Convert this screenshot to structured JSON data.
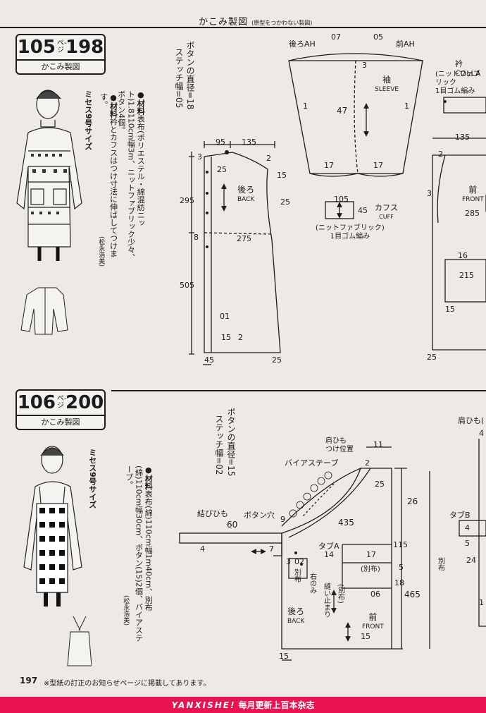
{
  "header": {
    "title": "かこみ製図",
    "subtitle": "(原型をつかわない製図)"
  },
  "section105": {
    "page_num": "105",
    "page_unit": "ペ-ジ",
    "item_num": "198",
    "badge_sub": "かこみ製図",
    "size": "ミセス9号サイズ",
    "materials_label": "●材料",
    "materials": "表布(ポリエステル・綿混紡ニット)1.8110cm幅3m、ニットファブリック少々、ボタン4個。",
    "note_label": "●材料",
    "note": "衿とカフスはつけ寸法に伸ばしてつけます。",
    "designer": "(松永浩美)",
    "button_note_1": "ボタンの直径=18",
    "button_note_2": "ステッチ幅=05",
    "back_jp": "後ろ",
    "back_en": "BACK",
    "sleeve_jp": "袖",
    "sleeve_en": "SLEEVE",
    "cuff_jp": "カフス",
    "cuff_en": "CUFF",
    "front_jp": "前",
    "front_en": "FRONT",
    "collar_label": "衿 COLLA",
    "knit_note_1": "(ニットファブリック",
    "knit_note_2": "1目ゴム編み",
    "cuff_note_1": "(ニットファブリック)",
    "cuff_note_2": "1目ゴム編み",
    "back_ah": "後ろAH",
    "front_ah": "前AH",
    "dims": {
      "d95": "95",
      "d135": "135",
      "d3": "3",
      "d25": "25",
      "d2": "2",
      "d295": "295",
      "d15": "15",
      "d8": "8",
      "d275": "275",
      "d505": "505",
      "d01": "01",
      "d45": "45",
      "d07": "07",
      "d05": "05",
      "d1": "1",
      "d47": "47",
      "d17": "17",
      "d105": "105",
      "d285": "285",
      "d16": "16",
      "d215": "215",
      "d325": "3"
    }
  },
  "section106": {
    "page_num": "106",
    "page_unit": "ペ-ジ",
    "item_num": "200",
    "badge_sub": "かこみ製図",
    "size": "ミセス9号サイズ",
    "materials_label": "●材料",
    "materials": "表布(綿)110cm幅1m40cm、別布(綿)110cm幅30cm、ボタン(15)2個、バイアステープ。",
    "designer": "(松永浩美)",
    "button_note_1": "ボタンの直径=15",
    "button_note_2": "ステッチ幅=02",
    "bias_tape": "バイアステープ",
    "strap_pos_1": "肩ひも",
    "strap_pos_2": "つけ位置",
    "tie_strap": "結びひも",
    "button_hole": "ボタン穴",
    "tab_a": "タブA",
    "tab_b": "タブB",
    "separate_fabric": "別布",
    "separate_fabric_paren": "(別布)",
    "right_only": "右のみ",
    "sew_stop": "縫い止まり",
    "shoulder_strap": "肩ひも(",
    "back_jp": "後ろ",
    "back_en": "BACK",
    "front_jp": "前",
    "front_en": "FRONT",
    "dims": {
      "d11": "11",
      "d2": "2",
      "d25": "25",
      "d26": "26",
      "d60": "60",
      "d9": "9",
      "d435": "435",
      "d4": "4",
      "d7": "7",
      "d115": "115",
      "d3": "3",
      "d02": "02",
      "d14": "14",
      "d17": "17",
      "d5": "5",
      "d18": "18",
      "d06": "06",
      "d465": "465",
      "d15": "15",
      "d24": "24",
      "d1": "1"
    }
  },
  "footer": {
    "page_number": "197",
    "note": "※型紙の訂正のお知らせ",
    "note_2": "ページに掲載してあります。",
    "brand": "YANXISHE!",
    "tagline": "每月更新上百本杂志"
  }
}
